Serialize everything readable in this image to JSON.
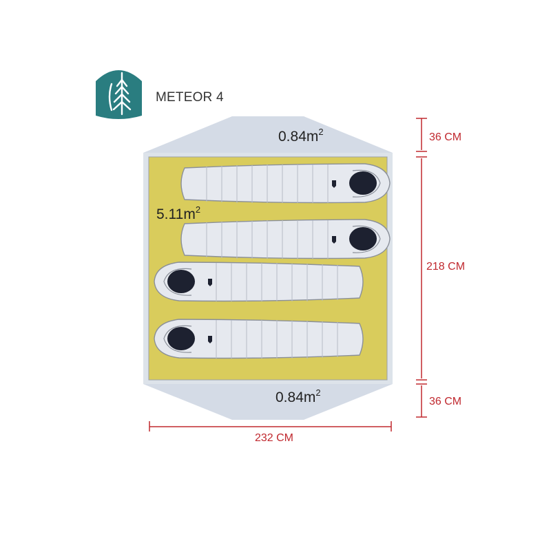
{
  "header": {
    "logo_icon": "sierra-designs-tree-logo",
    "product_name": "METEOR 4"
  },
  "floorplan": {
    "vestibule_top_area": "0.84m",
    "vestibule_bottom_area": "0.84m",
    "inner_tent_area": "5.11m",
    "area_unit_superscript": "2",
    "sleeping_bag_count": 4
  },
  "dimensions": {
    "vestibule_top_depth": "36 CM",
    "inner_length": "218 CM",
    "vestibule_bottom_depth": "36 CM",
    "width": "232 CM"
  },
  "colors": {
    "logo_teal": "#2a7d80",
    "inner_floor": "#d9cc5c",
    "vestibule": "#d4dbe6",
    "dimension_red": "#c0282e",
    "bag_fill": "#e6e9ef",
    "bag_hood": "#1d2130"
  }
}
